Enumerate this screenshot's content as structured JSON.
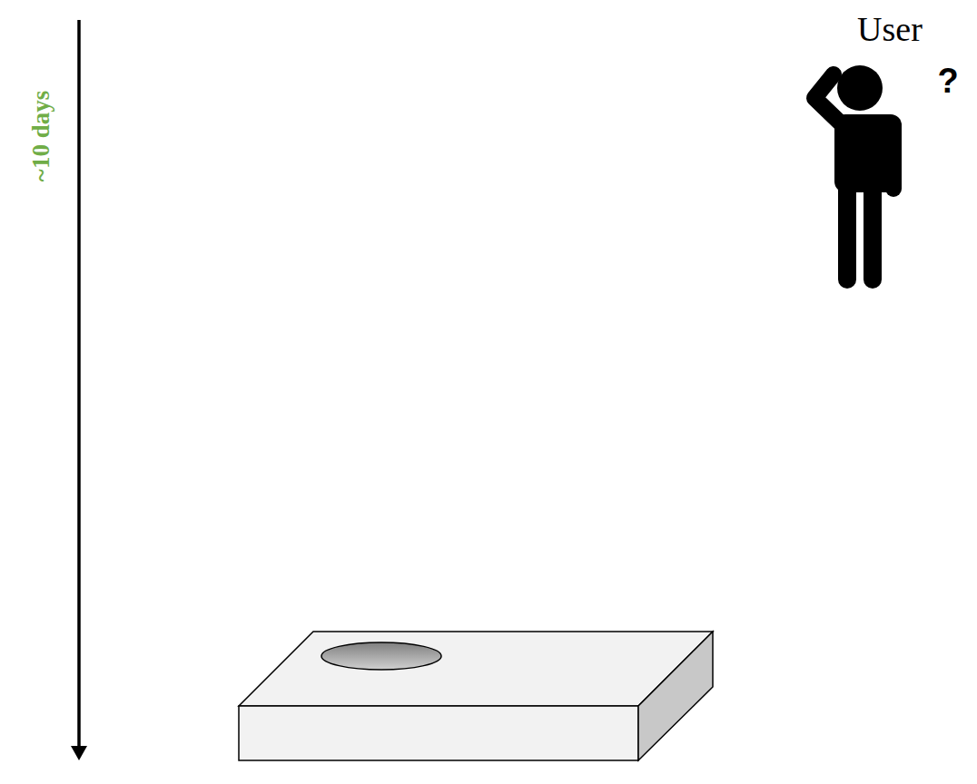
{
  "diagram": {
    "labels": [
      "~10 days",
      "User",
      "?"
    ]
  }
}
